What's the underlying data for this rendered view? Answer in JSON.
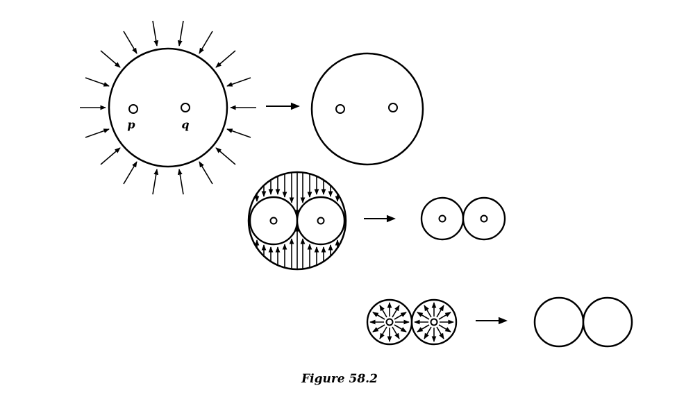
{
  "figure": {
    "caption": "Figure 58.2",
    "labels": {
      "p": "p",
      "q": "q"
    },
    "colors": {
      "ink": "#000000",
      "background": "#ffffff"
    },
    "icons": {
      "right_arrow": "→",
      "arrowhead": "filled-triangle"
    }
  }
}
